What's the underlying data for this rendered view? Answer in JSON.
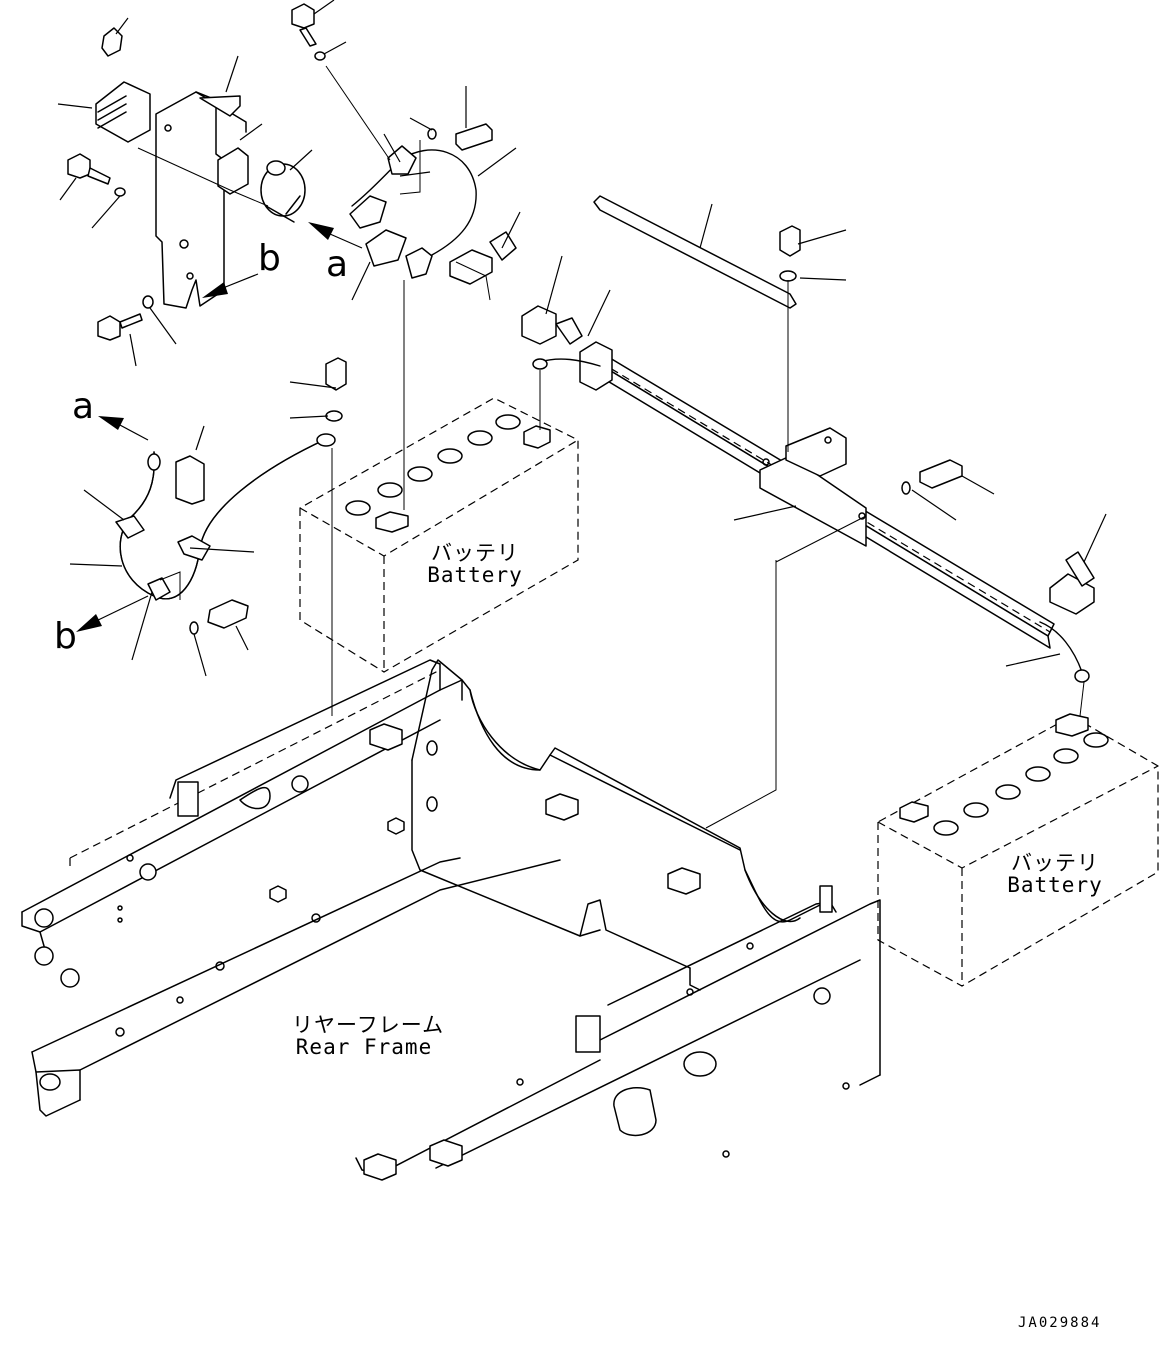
{
  "labels": {
    "battery_left_jp": "バッテリ",
    "battery_left_en": "Battery",
    "battery_right_jp": "バッテリ",
    "battery_right_en": "Battery",
    "rear_frame_jp": "リヤーフレーム",
    "rear_frame_en": "Rear Frame",
    "ref_a_top": "a",
    "ref_b_top": "b",
    "ref_a_left": "a",
    "ref_b_left": "b",
    "drawing_code": "JA029884"
  }
}
